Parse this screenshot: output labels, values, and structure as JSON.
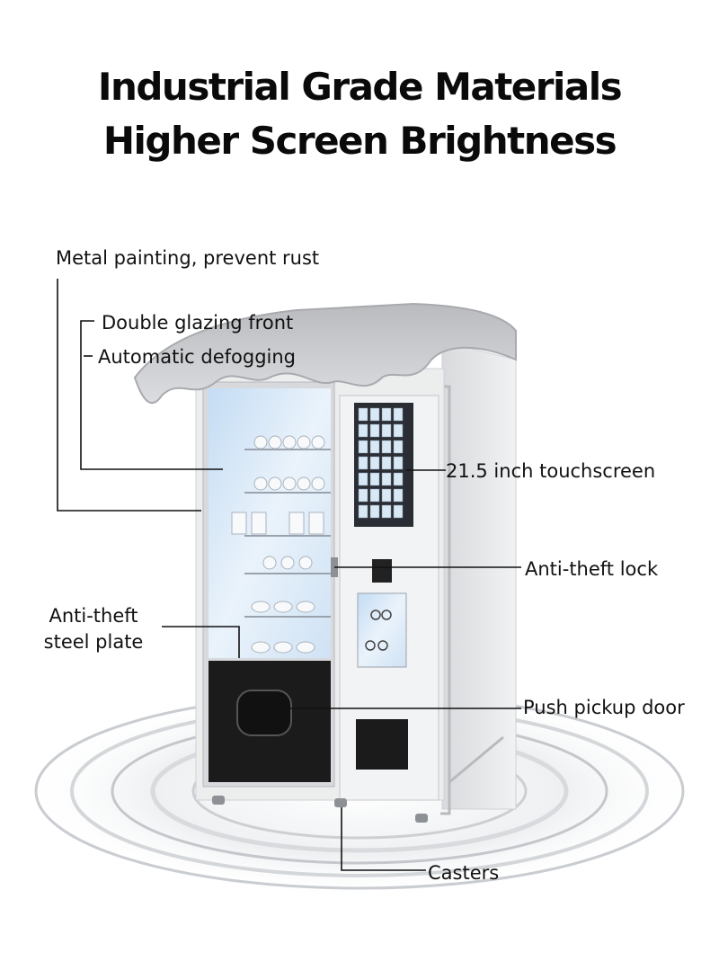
{
  "headline": {
    "line1": "Industrial Grade Materials",
    "line2": "Higher Screen Brightness"
  },
  "callouts": {
    "metal_painting": "Metal painting, prevent rust",
    "double_glazing": "Double glazing front",
    "auto_defog": "Automatic defogging",
    "touchscreen": "21.5 inch touchscreen",
    "lock": "Anti-theft lock",
    "steel_plate_1": "Anti-theft",
    "steel_plate_2": "steel plate",
    "pickup_door": "Push pickup door",
    "casters": "Casters"
  },
  "colors": {
    "cabinet": "#e9eaec",
    "cabinet_shade": "#c9cbce",
    "glass": "#d6e6f6",
    "panel_black": "#1b1b1b",
    "leader_line": "#111111"
  }
}
